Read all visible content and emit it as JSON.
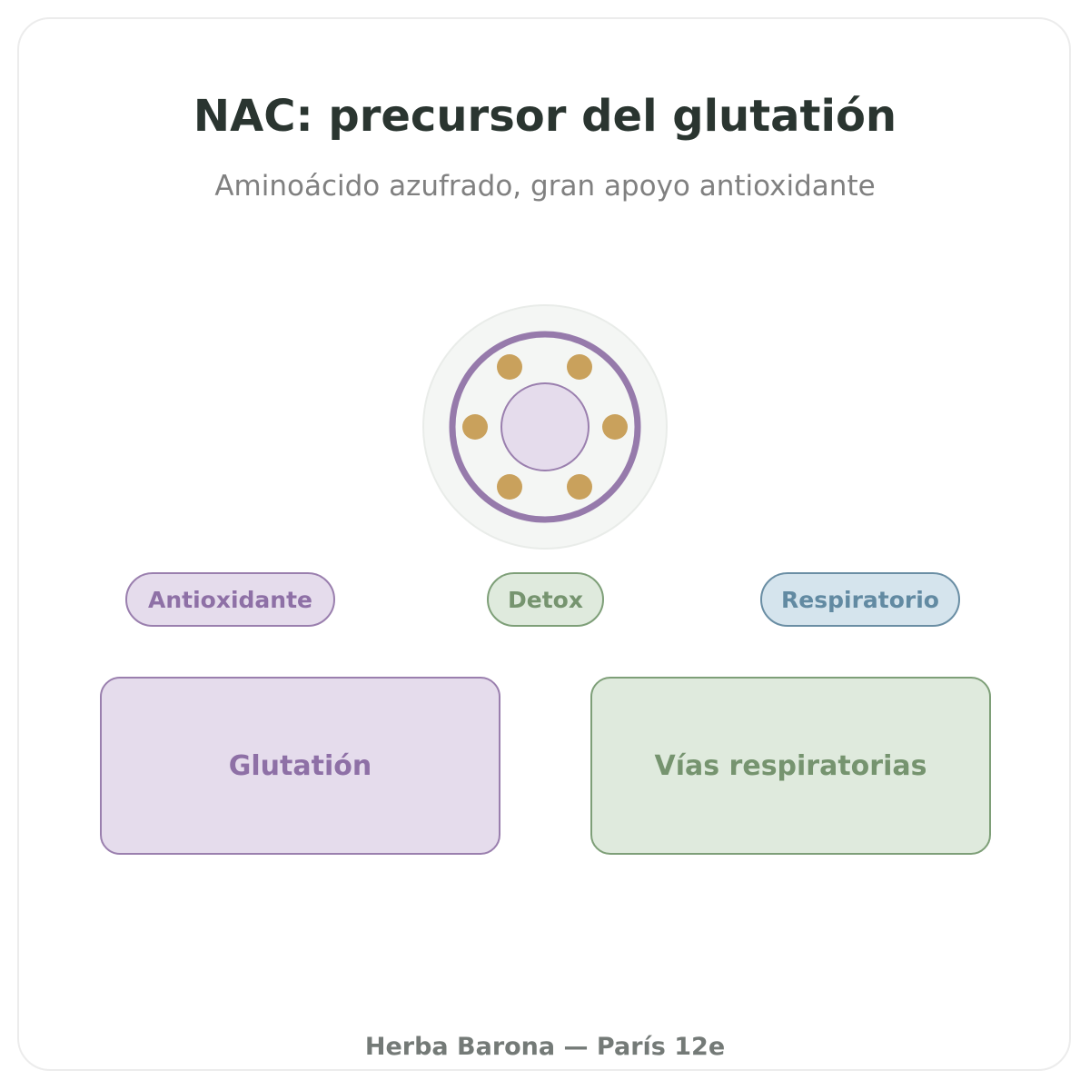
{
  "header": {
    "title": "NAC: precursor del glutatión",
    "subtitle": "Aminoácido azufrado, gran apoyo antioxidante"
  },
  "emblem": {
    "icon": "molecule-ring-icon",
    "colors": {
      "halo": "#f4f6f4",
      "ring": "#967aab",
      "core": "#e5dcec",
      "dots": "#c9a15c"
    }
  },
  "tags": [
    {
      "label": "Antioxidante",
      "color": "#8e70a6"
    },
    {
      "label": "Detox",
      "color": "#76946f"
    },
    {
      "label": "Respiratorio",
      "color": "#628aa2"
    }
  ],
  "cards": [
    {
      "label": "Glutatión",
      "color": "#8e70a6"
    },
    {
      "label": "Vías respiratorias",
      "color": "#76946f"
    }
  ],
  "footer": {
    "text": "Herba Barona — París 12e"
  }
}
